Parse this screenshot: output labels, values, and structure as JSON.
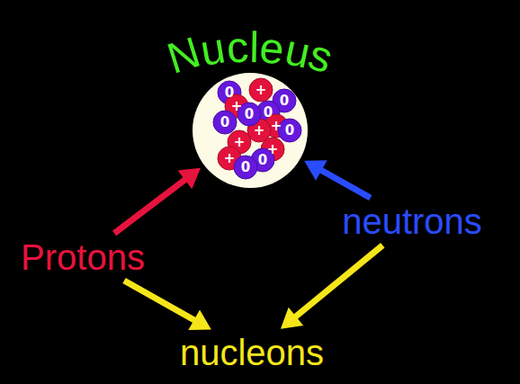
{
  "diagram": {
    "nodes": [
      {
        "text": [
          "Nucleus"
        ]
      },
      {
        "text": [
          "Protons"
        ]
      },
      {
        "text": [
          "neutrons"
        ]
      },
      {
        "text": [
          "nucleons"
        ]
      }
    ],
    "edges": [
      {
        "from": 1,
        "to": 0,
        "arrow": "to"
      },
      {
        "from": 2,
        "to": 0,
        "arrow": "to"
      },
      {
        "from": 1,
        "to": 3,
        "arrow": "to"
      },
      {
        "from": 2,
        "to": 3,
        "arrow": "to"
      }
    ],
    "labels": [
      "0",
      "+",
      "0",
      "+",
      "0",
      "+",
      "0",
      "+",
      "0",
      "+",
      "0",
      "+",
      "0",
      "+",
      "0"
    ]
  }
}
